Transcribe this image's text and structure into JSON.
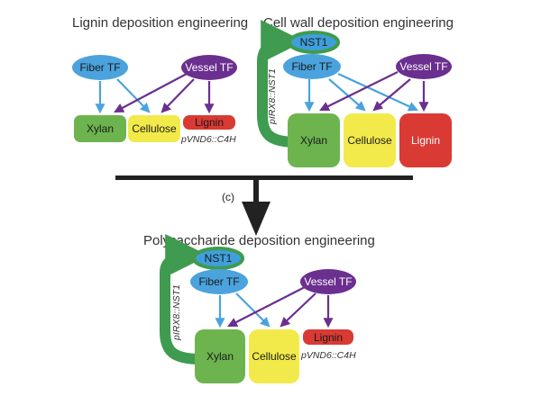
{
  "titles": {
    "lignin": "Lignin deposition engineering",
    "cellwall": "Cell wall deposition engineering",
    "polysaccharide": "Polysaccharide deposition engineering"
  },
  "panel_marker": "(c)",
  "nodes": {
    "nst1": "NST1",
    "fiber_tf": "Fiber TF",
    "vessel_tf": "Vessel TF",
    "xylan": "Xylan",
    "cellulose": "Cellulose",
    "lignin": "Lignin"
  },
  "promoters": {
    "vnd6_c4h": "pVND6::C4H",
    "irx8_nst1": "pIRX8::NST1"
  },
  "colors": {
    "fiber_tf": "#4aa3dd",
    "nst1": "#3f9fdc",
    "vessel_tf": "#6b2f8f",
    "xylan": "#6db44f",
    "cellulose": "#f2ea4a",
    "lignin": "#d93a33",
    "arrow_blue": "#4aa3dd",
    "arrow_purple": "#6b2f8f",
    "feedback_green": "#3f9b4f",
    "divider": "#222222"
  }
}
